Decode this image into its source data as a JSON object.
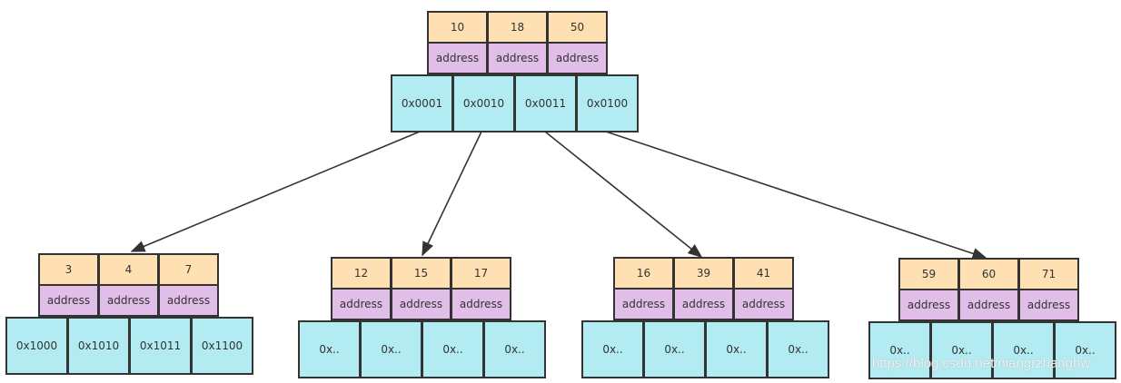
{
  "colors": {
    "key": "#ffe0b2",
    "address": "#e1bee7",
    "pointer": "#b2ebf2",
    "border": "#333333"
  },
  "nodes": [
    {
      "id": "root",
      "keys": [
        "10",
        "18",
        "50"
      ],
      "addresses": [
        "address",
        "address",
        "address"
      ],
      "pointers": [
        "0x0001",
        "0x0010",
        "0x0011",
        "0x0100"
      ]
    },
    {
      "id": "leaf-1",
      "keys": [
        "3",
        "4",
        "7"
      ],
      "addresses": [
        "address",
        "address",
        "address"
      ],
      "pointers": [
        "0x1000",
        "0x1010",
        "0x1011",
        "0x1100"
      ]
    },
    {
      "id": "leaf-2",
      "keys": [
        "12",
        "15",
        "17"
      ],
      "addresses": [
        "address",
        "address",
        "address"
      ],
      "pointers": [
        "0x..",
        "0x..",
        "0x..",
        "0x.."
      ]
    },
    {
      "id": "leaf-3",
      "keys": [
        "16",
        "39",
        "41"
      ],
      "addresses": [
        "address",
        "address",
        "address"
      ],
      "pointers": [
        "0x..",
        "0x..",
        "0x..",
        "0x.."
      ]
    },
    {
      "id": "leaf-4",
      "keys": [
        "59",
        "60",
        "71"
      ],
      "addresses": [
        "address",
        "address",
        "address"
      ],
      "pointers": [
        "0x..",
        "0x..",
        "0x..",
        "0x.."
      ]
    }
  ],
  "edges": [
    {
      "from": "root",
      "to": "leaf-1"
    },
    {
      "from": "root",
      "to": "leaf-2"
    },
    {
      "from": "root",
      "to": "leaf-3"
    },
    {
      "from": "root",
      "to": "leaf-4"
    }
  ],
  "watermark": "https://blog.csdn.net/niangrzhanghw"
}
